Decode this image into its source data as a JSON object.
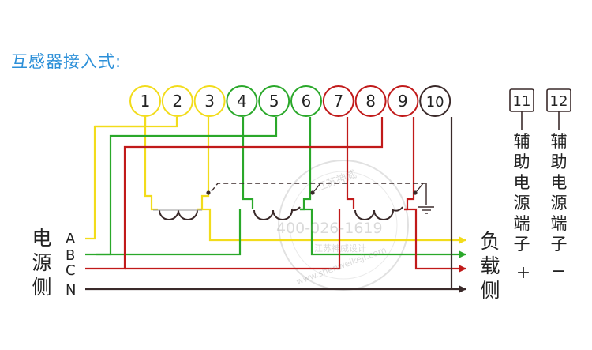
{
  "title": "互感器接入式:",
  "terminals": [
    {
      "num": "1",
      "color": "#f2dc1b"
    },
    {
      "num": "2",
      "color": "#f2dc1b"
    },
    {
      "num": "3",
      "color": "#f2dc1b"
    },
    {
      "num": "4",
      "color": "#2aa82a"
    },
    {
      "num": "5",
      "color": "#2aa82a"
    },
    {
      "num": "6",
      "color": "#2aa82a"
    },
    {
      "num": "7",
      "color": "#c11a1a"
    },
    {
      "num": "8",
      "color": "#c11a1a"
    },
    {
      "num": "9",
      "color": "#c11a1a"
    },
    {
      "num": "10",
      "color": "#3a2a2a"
    }
  ],
  "aux": {
    "plus": {
      "num": "11",
      "label_chars": [
        "辅",
        "助",
        "电",
        "源",
        "端",
        "子"
      ],
      "sign": "+"
    },
    "minus": {
      "num": "12",
      "label_chars": [
        "辅",
        "助",
        "电",
        "源",
        "端",
        "子"
      ],
      "sign": "−"
    }
  },
  "source_side": {
    "chars": [
      "电",
      "源",
      "侧"
    ]
  },
  "load_side": {
    "chars": [
      "负",
      "载",
      "侧"
    ]
  },
  "phases": [
    {
      "label": "A",
      "color": "#f2dc1b"
    },
    {
      "label": "B",
      "color": "#2aa82a"
    },
    {
      "label": "C",
      "color": "#c11a1a"
    },
    {
      "label": "N",
      "color": "#3a2a2a"
    }
  ],
  "watermark": {
    "phone": "400-026-1619",
    "web": "www.shenweikeji.com",
    "name": "江苏神威",
    "sub": "江苏神威设计"
  }
}
